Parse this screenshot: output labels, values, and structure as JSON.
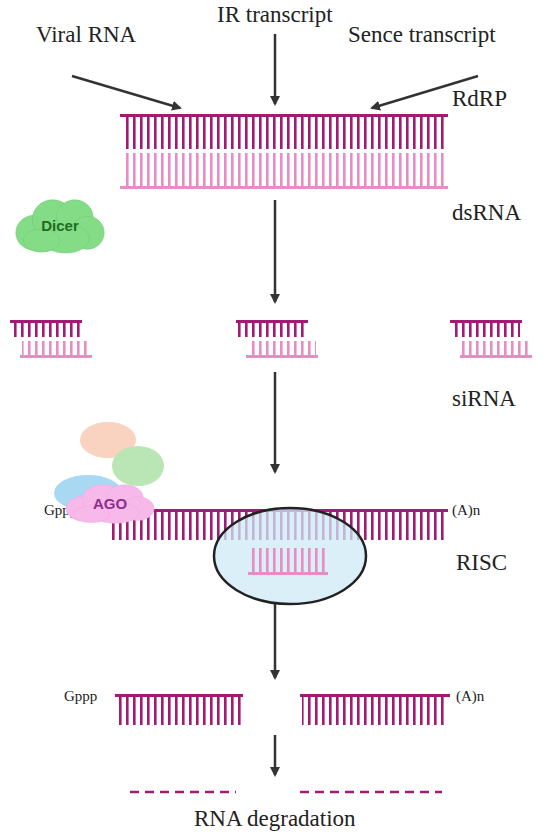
{
  "diagram": {
    "nodes": [
      {
        "text": [
          "Dicer"
        ]
      },
      {
        "text": [
          "AGO"
        ]
      }
    ],
    "labels": [
      "Viral RNA",
      "IR transcript",
      "Sence transcript",
      "RdRP",
      "dsRNA",
      "siRNA",
      "Gppp",
      "(A)n",
      "RISC",
      "Gppp",
      "(A)n",
      "RNA degradation"
    ]
  }
}
